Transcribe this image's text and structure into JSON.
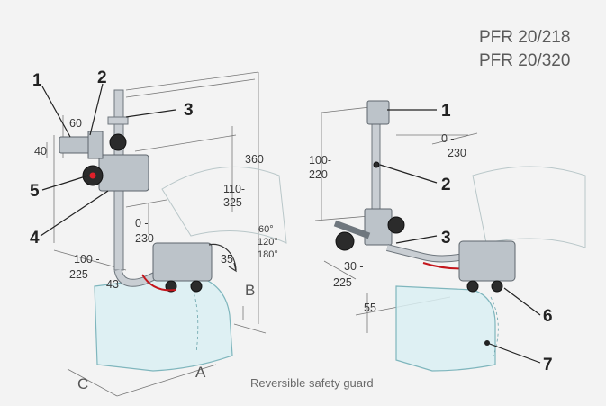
{
  "models": [
    "PFR 20/218",
    "PFR 20/320"
  ],
  "caption": "Reversible safety guard",
  "left_diagram": {
    "callouts": [
      "1",
      "2",
      "3",
      "4",
      "5"
    ],
    "dimensions": {
      "d60": "60",
      "d40": "40",
      "d360": "360",
      "d110_line1": "110-",
      "d110_line2": "325",
      "d0_line1": "0 -",
      "d0_line2": "230",
      "d100_line1": "100 -",
      "d100_line2": "225",
      "d43": "43",
      "d35": "35",
      "angle1": "60°",
      "angle2": "120°",
      "angle3": "180°"
    },
    "letters": [
      "A",
      "B",
      "C"
    ]
  },
  "right_diagram": {
    "callouts": [
      "1",
      "2",
      "3",
      "6",
      "7"
    ],
    "dimensions": {
      "d100_line1": "100-",
      "d100_line2": "220",
      "d0_line1": "0 -",
      "d0_line2": "230",
      "d30_line1": "30 -",
      "d30_line2": "225",
      "d55": "55"
    }
  }
}
